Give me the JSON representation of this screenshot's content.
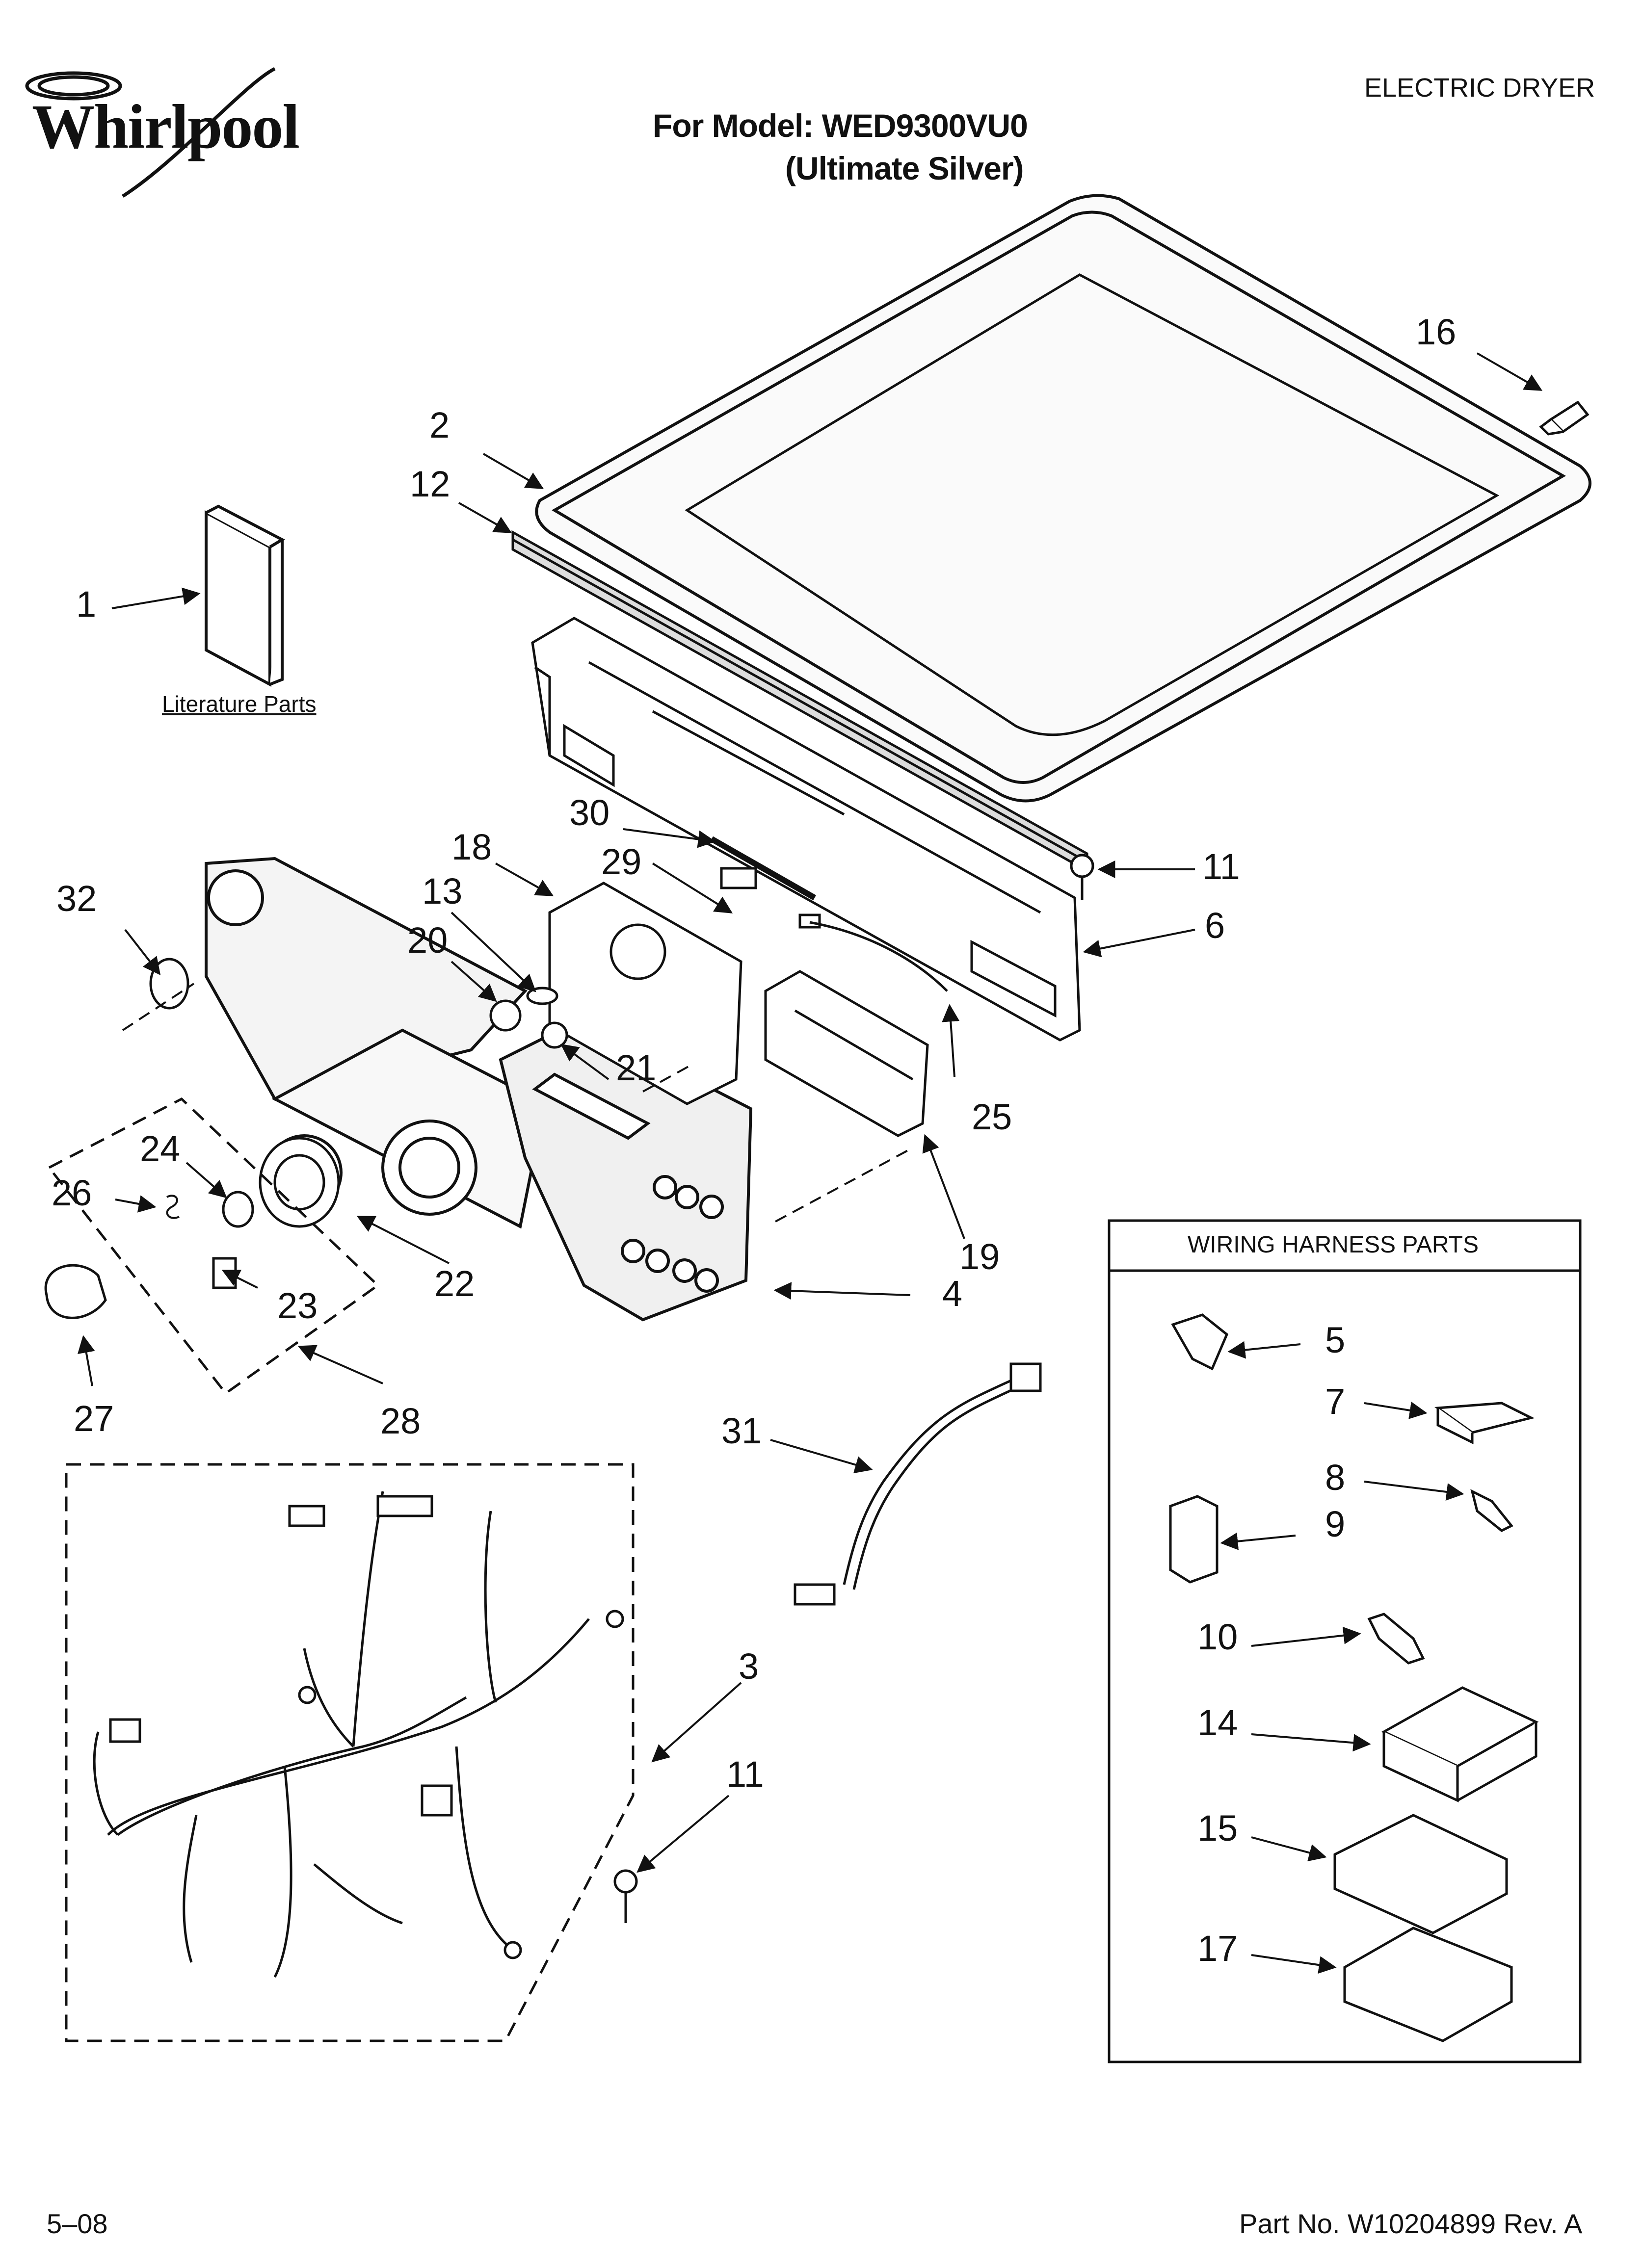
{
  "header": {
    "brand": "Whirlpool",
    "model_line": "For Model: WED9300VU0",
    "color_line": "(Ultimate Silver)",
    "appliance_type": "ELECTRIC DRYER"
  },
  "literature_label": "Literature Parts",
  "wiring_box_title": "WIRING HARNESS PARTS",
  "callouts": {
    "c1": "1",
    "c2": "2",
    "c3": "3",
    "c4": "4",
    "c5": "5",
    "c6": "6",
    "c7": "7",
    "c8": "8",
    "c9": "9",
    "c10": "10",
    "c11a": "11",
    "c11b": "11",
    "c12": "12",
    "c13": "13",
    "c14": "14",
    "c15": "15",
    "c16": "16",
    "c17": "17",
    "c18": "18",
    "c19": "19",
    "c20": "20",
    "c21": "21",
    "c22": "22",
    "c23": "23",
    "c24": "24",
    "c25": "25",
    "c26": "26",
    "c27": "27",
    "c28": "28",
    "c29": "29",
    "c30": "30",
    "c31": "31",
    "c32": "32"
  },
  "footer": {
    "date": "5–08",
    "part_no": "Part No. W10204899 Rev. A"
  }
}
